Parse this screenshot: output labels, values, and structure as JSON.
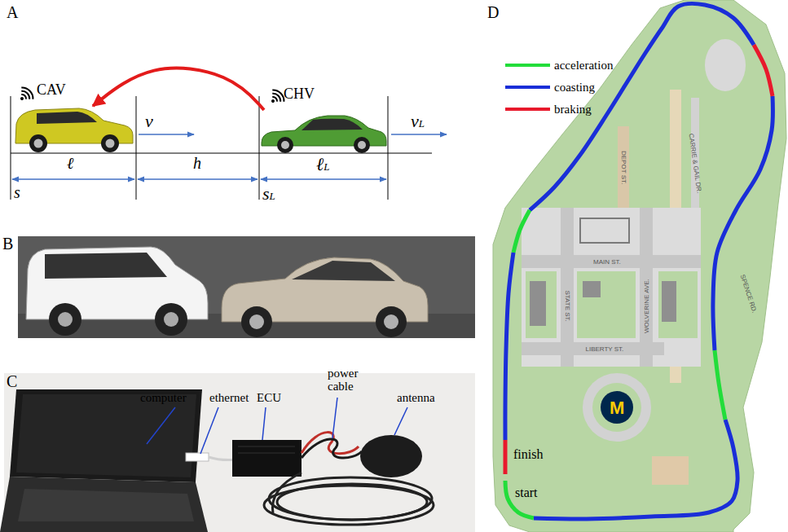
{
  "diagram": {
    "nodes": [
      {
        "text": [
          "CAV"
        ]
      },
      {
        "text": [
          "CHV"
        ]
      }
    ],
    "edges": [
      {
        "from": 1,
        "to": 0,
        "arrow": "to"
      }
    ],
    "labels": [
      "A",
      "v",
      "vL",
      "s",
      "ℓ",
      "h",
      "sL",
      "ℓL",
      "B",
      "C",
      "computer",
      "ethernet",
      "ECU",
      "power cable",
      "antenna",
      "D",
      "MAIN ST.",
      "STATE ST.",
      "LIBERTY ST.",
      "WOLVERINE AVE.",
      "DEPOT ST.",
      "CARRIE & GAIL DR.",
      "SPENCE RD.",
      "M",
      "finish",
      "start"
    ],
    "legend": [
      {
        "text": "acceleration",
        "color": "#22dd3a"
      },
      {
        "text": "coasting",
        "color": "#1a2ed8"
      },
      {
        "text": "braking",
        "color": "#e8192c"
      }
    ]
  }
}
